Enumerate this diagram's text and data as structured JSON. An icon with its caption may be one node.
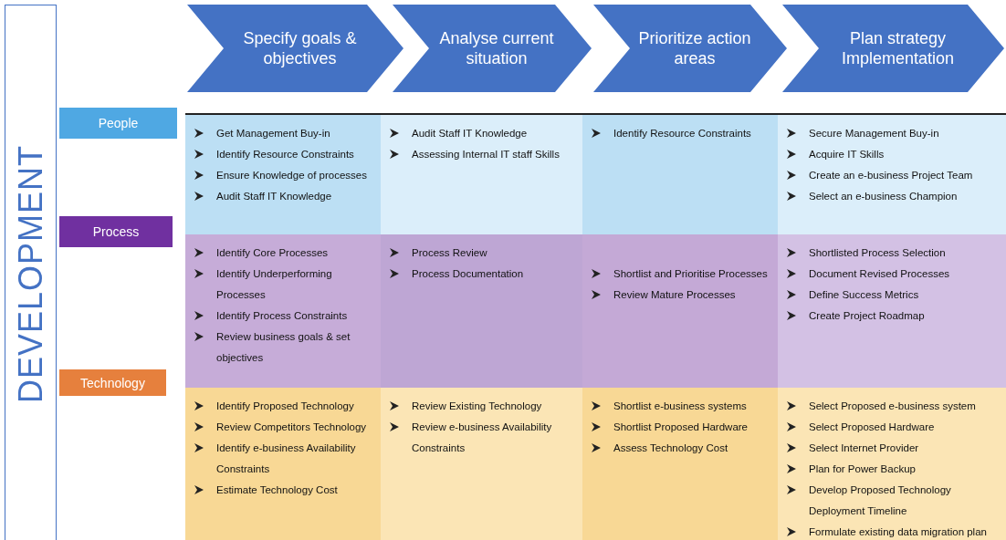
{
  "diagram": {
    "nodes": [
      {
        "text": [
          "DEVELOPMENT"
        ]
      },
      {
        "text": [
          "Specify goals & objectives"
        ]
      },
      {
        "text": [
          "Analyse current situation"
        ]
      },
      {
        "text": [
          "Prioritize action areas"
        ]
      },
      {
        "text": [
          "Plan strategy Implementation"
        ]
      },
      {
        "text": [
          "People"
        ]
      },
      {
        "text": [
          "Process"
        ]
      },
      {
        "text": [
          "Technology"
        ]
      }
    ],
    "labels": [
      "Get Management Buy-in",
      "Identify Resource Constraints",
      "Ensure Knowledge of processes",
      "Audit Staff IT Knowledge",
      "Audit Staff IT Knowledge",
      "Assessing Internal IT staff Skills",
      "Identify Resource Constraints",
      "Secure Management Buy-in",
      "Acquire IT Skills",
      "Create an e-business Project Team",
      "Select an e-business Champion",
      "Identify Core Processes",
      "Identify Underperforming Processes",
      "Identify Process Constraints",
      "Review business goals & set objectives",
      "Process Review",
      "Process Documentation",
      "Shortlist and Prioritise Processes",
      "Review Mature Processes",
      "Shortlisted Process Selection",
      "Document Revised Processes",
      "Define Success Metrics",
      "Create Project Roadmap",
      "Identify Proposed Technology",
      "Review Competitors Technology",
      "Identify e-business Availability Constraints",
      "Estimate Technology Cost",
      "Review Existing Technology",
      "Review e-business Availability Constraints",
      "Shortlist e-business systems",
      "Shortlist Proposed Hardware",
      "Assess Technology Cost",
      "Select Proposed e-business system",
      "Select Proposed Hardware",
      "Select Internet Provider",
      "Plan for Power Backup",
      "Develop Proposed Technology Deployment Timeline",
      "Formulate existing data migration plan"
    ]
  }
}
